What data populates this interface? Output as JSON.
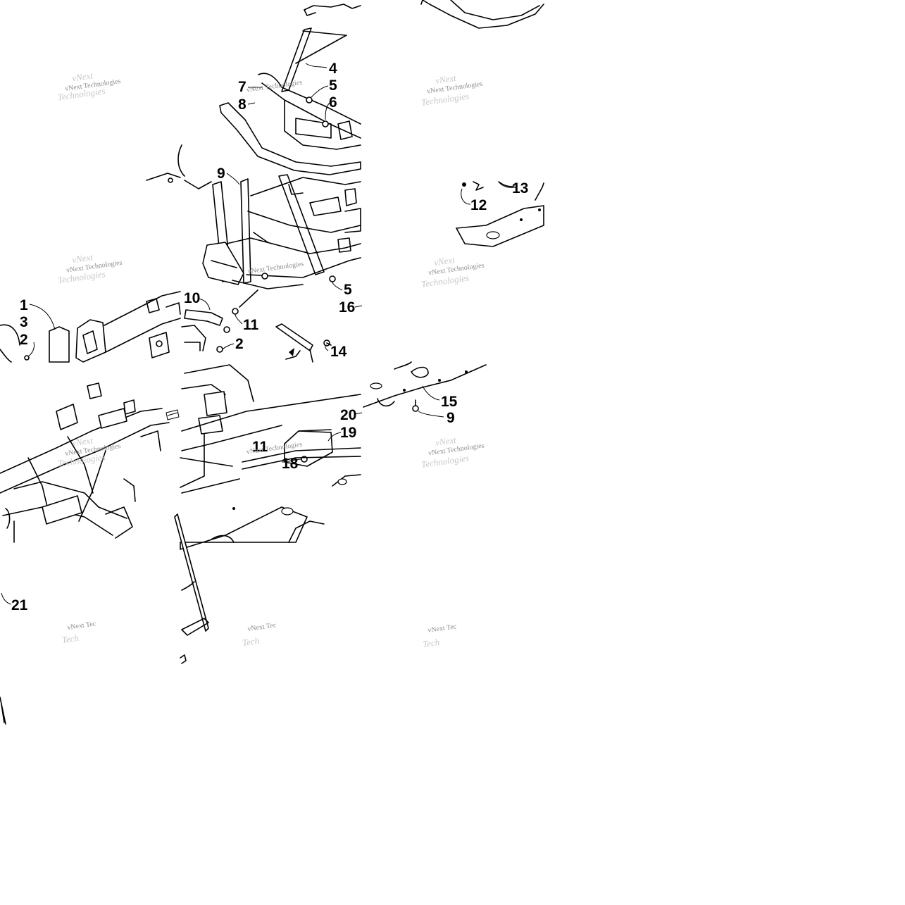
{
  "diagram": {
    "watermark": "vNext Technologies",
    "watermark_cut": "vNext Tec",
    "labels": {
      "p1": "1",
      "p2a": "2",
      "p2b": "2",
      "p3": "3",
      "p4": "4",
      "p5a": "5",
      "p5b": "5",
      "p6": "6",
      "p7": "7",
      "p8": "8",
      "p9a": "9",
      "p9b": "9",
      "p10": "10",
      "p11a": "11",
      "p11b": "11",
      "p12": "12",
      "p13": "13",
      "p14": "14",
      "p15": "15",
      "p16": "16",
      "p18": "18",
      "p19": "19",
      "p20": "20",
      "p21": "21"
    }
  }
}
